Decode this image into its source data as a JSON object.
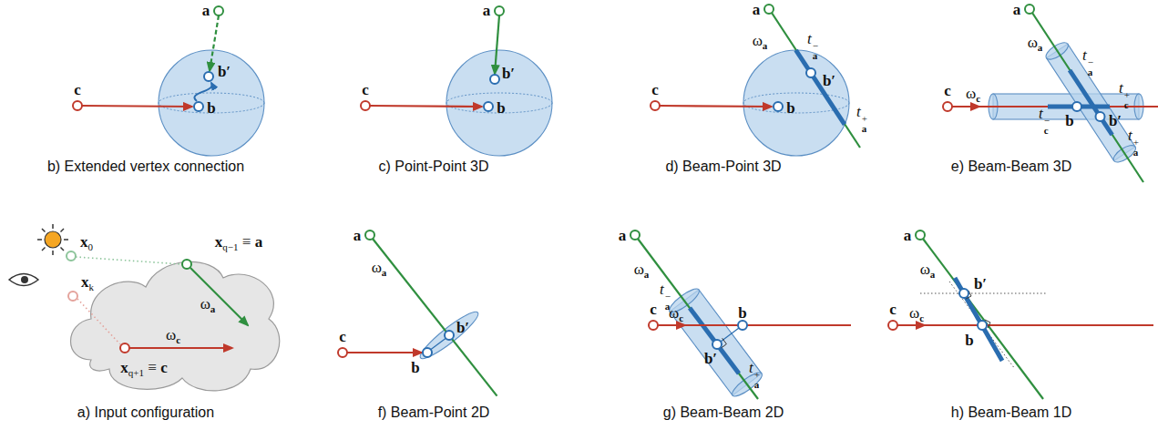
{
  "diagram": {
    "labels": [
      "a",
      "b′",
      "c",
      "b",
      "b) Extended vertex connection",
      "a",
      "b′",
      "c",
      "b",
      "c) Point-Point 3D",
      "a",
      "ωa",
      "ta−",
      "b′",
      "ta+",
      "c",
      "b",
      "d) Beam-Point 3D",
      "a",
      "ωa",
      "c",
      "ωc",
      "ta−",
      "tc−",
      "tc+",
      "b",
      "b′",
      "ta+",
      "e) Beam-Beam 3D",
      "x0",
      "xk",
      "xq−1 ≡ a",
      "ωa",
      "ωc",
      "xq+1 ≡ c",
      "a) Input configuration",
      "a",
      "ωa",
      "b′",
      "c",
      "b",
      "f) Beam-Point 2D",
      "a",
      "ωa",
      "ta−",
      "c",
      "ωc",
      "b",
      "b′",
      "ta+",
      "g) Beam-Beam 2D",
      "a",
      "ωa",
      "c",
      "ωc",
      "b′",
      "b",
      "h) Beam-Beam 1D"
    ]
  }
}
